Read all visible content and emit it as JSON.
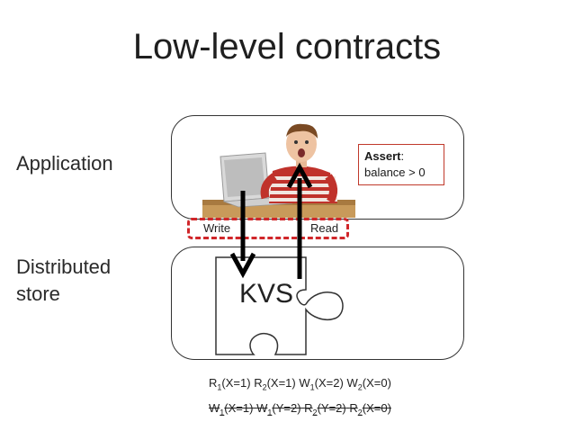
{
  "title": "Low-level contracts",
  "labels": {
    "application": "Application",
    "store_line1": "Distributed",
    "store_line2": "store"
  },
  "assert": {
    "bold": "Assert",
    "colon": ":",
    "condition": "balance > 0"
  },
  "ops": {
    "write": "Write",
    "read": "Read"
  },
  "kvs": "KVS",
  "history1": [
    {
      "op": "R",
      "idx": "1",
      "arg": "(X=1)"
    },
    {
      "op": "R",
      "idx": "2",
      "arg": "(X=1)"
    },
    {
      "op": "W",
      "idx": "1",
      "arg": "(X=2)"
    },
    {
      "op": "W",
      "idx": "2",
      "arg": "(X=0)"
    }
  ],
  "history2": [
    {
      "op": "W",
      "idx": "1",
      "arg": "(X=1)"
    },
    {
      "op": "W",
      "idx": "1",
      "arg": "(Y=2)"
    },
    {
      "op": "R",
      "idx": "2",
      "arg": "(Y=2)"
    },
    {
      "op": "R",
      "idx": "2",
      "arg": "(X=0)"
    }
  ],
  "colors": {
    "accent_red": "#d0262a",
    "assert_border": "#c0392b"
  }
}
